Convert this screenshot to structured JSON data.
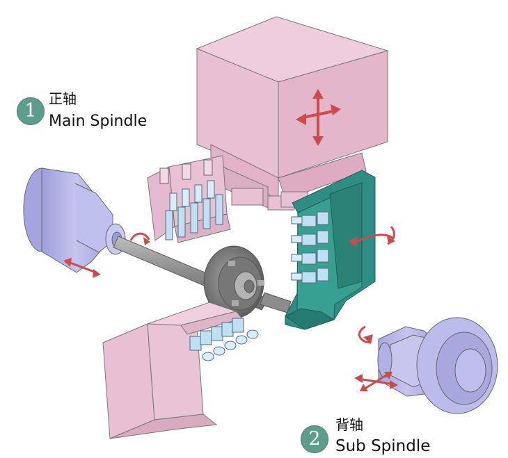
{
  "labels": {
    "main_spindle": {
      "number": "1",
      "chinese": "正轴",
      "english": "Main Spindle"
    },
    "sub_spindle": {
      "number": "2",
      "chinese": "背轴",
      "english": "Sub Spindle"
    }
  },
  "colors": {
    "tool_block": "#e9bfd3",
    "tool_block_dark": "#d2a3b9",
    "turret": "#2f8e84",
    "spindle": "#b7b7e6",
    "workpiece": "#8f8f8f",
    "arrow": "#d94b4b",
    "badge": "#5d9d8c",
    "tool_holder": "#bfe0f2"
  },
  "icons": [
    "main-spindle-icon",
    "sub-spindle-icon",
    "upper-tool-block-icon",
    "left-tool-post-icon",
    "lower-tool-post-icon",
    "turret-icon",
    "chuck-icon",
    "workpiece-icon",
    "cross-arrow-icon",
    "rotation-arrow-icon",
    "double-arrow-icon"
  ]
}
